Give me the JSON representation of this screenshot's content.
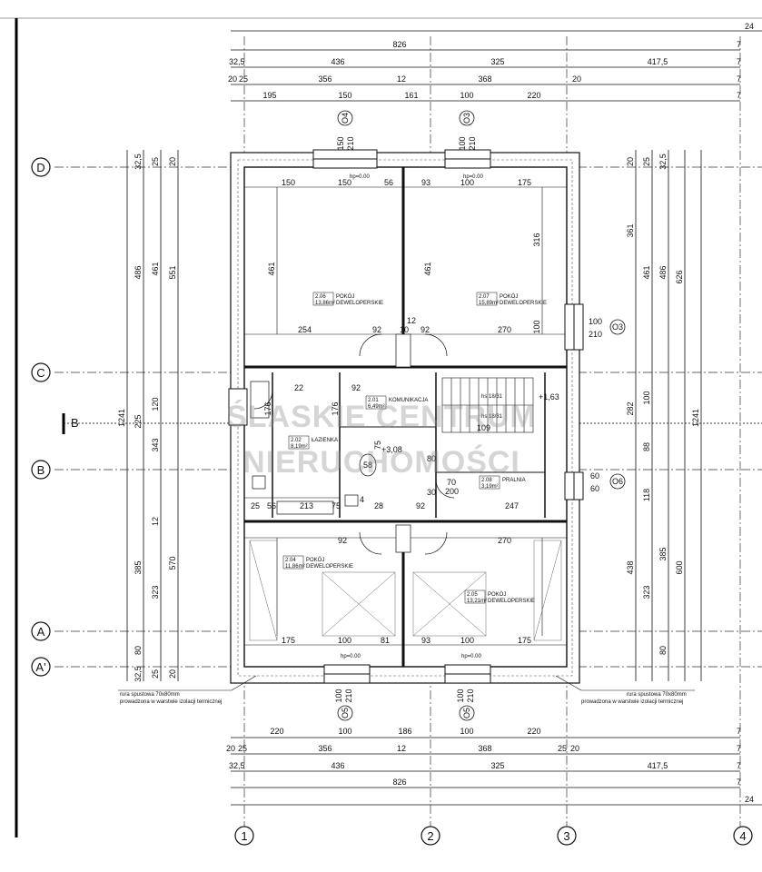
{
  "watermark": {
    "line1": "ŚLASKIE CENTRUM",
    "line2": "NIERUCHOMOŚCI"
  },
  "axes": {
    "rows": [
      "D",
      "C",
      "B",
      "A",
      "A'"
    ],
    "columns": [
      "1",
      "2",
      "3",
      "4"
    ]
  },
  "section_marker": "B",
  "top_dims": {
    "row1": [
      "24"
    ],
    "row2": [
      "826",
      "7"
    ],
    "row3": [
      "32,5",
      "436",
      "325",
      "417,5",
      "7"
    ],
    "row4": [
      "20",
      "25",
      "356",
      "12",
      "368",
      "20",
      "7"
    ],
    "row5": [
      "195",
      "150",
      "161",
      "100",
      "220",
      "7"
    ]
  },
  "bottom_dims": {
    "row1": [
      "220",
      "100",
      "186",
      "100",
      "220",
      "7"
    ],
    "row2": [
      "20",
      "25",
      "356",
      "12",
      "368",
      "25",
      "20",
      "7"
    ],
    "row3": [
      "32,5",
      "436",
      "325",
      "417,5",
      "7"
    ],
    "row4": [
      "826",
      "7"
    ],
    "row5": [
      "24"
    ]
  },
  "left_dims": {
    "outer": [
      "1241"
    ],
    "mid1": [
      "486",
      "225",
      "385"
    ],
    "mid2": [
      "461",
      "120",
      "343",
      "570"
    ],
    "inner": [
      "551"
    ],
    "small": [
      "32,5",
      "25",
      "20",
      "80",
      "323",
      "12",
      "25",
      "20",
      "32,5"
    ]
  },
  "right_dims": {
    "outer": [
      "1241"
    ],
    "mid1": [
      "486",
      "626",
      "600"
    ],
    "mid2": [
      "461",
      "282",
      "100",
      "88",
      "118",
      "385",
      "438"
    ],
    "inner": [
      "361",
      "323",
      "80"
    ],
    "small": [
      "32,5",
      "25",
      "20"
    ]
  },
  "windows": [
    {
      "tag": "O4",
      "w": "150",
      "h": "210"
    },
    {
      "tag": "O3",
      "w": "100",
      "h": "210"
    },
    {
      "tag": "O5",
      "w": "100",
      "h": "210"
    },
    {
      "tag": "O5",
      "w": "100",
      "h": "210"
    },
    {
      "tag": "O3",
      "w": "100",
      "h": "210"
    },
    {
      "tag": "O6",
      "w": "60",
      "h": "60"
    }
  ],
  "interior_dims": {
    "top_row": [
      "150",
      "150",
      "56",
      "93",
      "100",
      "175"
    ],
    "room_heights": [
      "461",
      "461",
      "316",
      "12",
      "100"
    ],
    "mid_row": [
      "254",
      "92",
      "10",
      "92",
      "270"
    ],
    "bottom_row": [
      "175",
      "100",
      "81",
      "93",
      "100",
      "175"
    ],
    "misc": [
      "213",
      "75",
      "92",
      "247",
      "28",
      "92",
      "70",
      "200",
      "4",
      "25",
      "56",
      "176",
      "176",
      "22",
      "92",
      "58",
      "75",
      "80",
      "30",
      "109",
      "270"
    ]
  },
  "hp_labels": [
    "hp=0.00",
    "hp=0.00",
    "hp=0.00",
    "hp=0.00"
  ],
  "level_labels": [
    "+1,63",
    "+3,08"
  ],
  "stair_labels": [
    "hs 18/31",
    "hs 18/31"
  ],
  "rooms": [
    {
      "id": "2.06",
      "name": "POKÓJ",
      "area": "13,86m²"
    },
    {
      "id": "2.07",
      "name": "POKÓJ",
      "area": "15,89m²"
    },
    {
      "id": "2.01",
      "name": "KOMUNIKACJA",
      "area": "6,49m²"
    },
    {
      "id": "2.02",
      "name": "ŁAZIENKA",
      "area": "8,19m²"
    },
    {
      "id": "2.08",
      "name": "PRALNIA",
      "area": "3,19m²"
    },
    {
      "id": "2.04",
      "name": "POKÓJ",
      "area": "11,86m²"
    },
    {
      "id": "2.05",
      "name": "POKÓJ",
      "area": "13,21m²"
    }
  ],
  "floor_note": "DEWELOPERSKIE",
  "notes": {
    "drain_left": [
      "rura spustowa 70x80mm",
      "prowadzona w warstwie izolacji termicznej"
    ],
    "drain_right": [
      "rura spustowa 70x80mm",
      "prowadzona w warstwie izolacji termicznej"
    ]
  }
}
